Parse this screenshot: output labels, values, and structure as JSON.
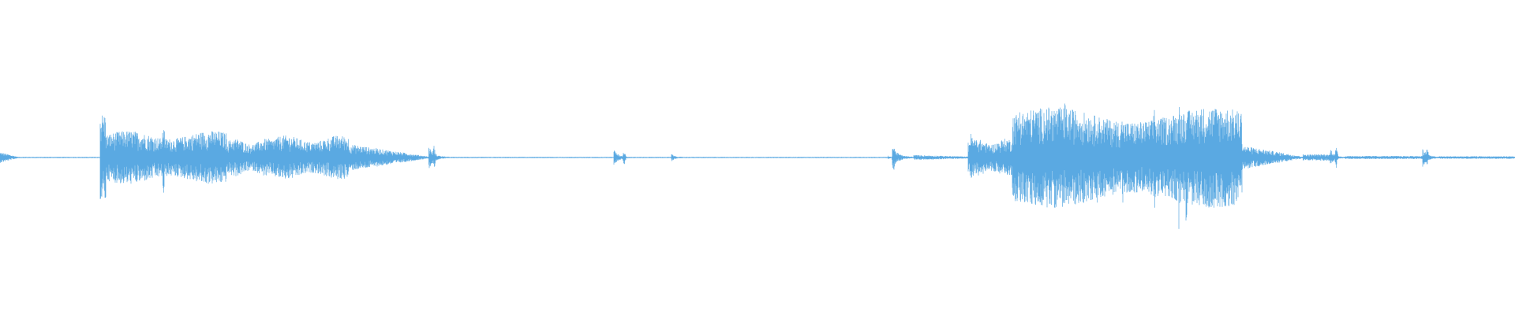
{
  "waveform": {
    "color": "#5aa9e2",
    "background": "#ffffff",
    "segments": [
      {
        "start": 0.0,
        "end": 0.012,
        "amp": 0.03,
        "kind": "taper"
      },
      {
        "start": 0.012,
        "end": 0.066,
        "amp": 0.004,
        "kind": "flat"
      },
      {
        "start": 0.066,
        "end": 0.07,
        "amp": 0.28,
        "kind": "attack"
      },
      {
        "start": 0.07,
        "end": 0.15,
        "amp": 0.17,
        "kind": "dense"
      },
      {
        "start": 0.15,
        "end": 0.18,
        "amp": 0.12,
        "kind": "dense"
      },
      {
        "start": 0.18,
        "end": 0.23,
        "amp": 0.14,
        "kind": "dense"
      },
      {
        "start": 0.23,
        "end": 0.283,
        "amp": 0.08,
        "kind": "decay"
      },
      {
        "start": 0.283,
        "end": 0.296,
        "amp": 0.07,
        "kind": "burst"
      },
      {
        "start": 0.296,
        "end": 0.405,
        "amp": 0.004,
        "kind": "flat"
      },
      {
        "start": 0.405,
        "end": 0.416,
        "amp": 0.05,
        "kind": "burst"
      },
      {
        "start": 0.416,
        "end": 0.443,
        "amp": 0.004,
        "kind": "flat"
      },
      {
        "start": 0.443,
        "end": 0.45,
        "amp": 0.025,
        "kind": "burst"
      },
      {
        "start": 0.45,
        "end": 0.586,
        "amp": 0.004,
        "kind": "flat"
      },
      {
        "start": 0.586,
        "end": 0.589,
        "amp": 0.01,
        "kind": "burst"
      },
      {
        "start": 0.589,
        "end": 0.587,
        "amp": 0.0,
        "kind": "flat"
      },
      {
        "start": 0.589,
        "end": 0.603,
        "amp": 0.07,
        "kind": "burst"
      },
      {
        "start": 0.603,
        "end": 0.639,
        "amp": 0.01,
        "kind": "decay"
      },
      {
        "start": 0.639,
        "end": 0.668,
        "amp": 0.12,
        "kind": "dense"
      },
      {
        "start": 0.668,
        "end": 0.82,
        "amp": 0.32,
        "kind": "dense"
      },
      {
        "start": 0.82,
        "end": 0.86,
        "amp": 0.07,
        "kind": "decay"
      },
      {
        "start": 0.86,
        "end": 0.878,
        "amp": 0.02,
        "kind": "flat"
      },
      {
        "start": 0.878,
        "end": 0.888,
        "amp": 0.06,
        "kind": "burst"
      },
      {
        "start": 0.888,
        "end": 0.939,
        "amp": 0.01,
        "kind": "flat"
      },
      {
        "start": 0.939,
        "end": 0.95,
        "amp": 0.06,
        "kind": "burst"
      },
      {
        "start": 0.95,
        "end": 1.0,
        "amp": 0.008,
        "kind": "flat"
      }
    ],
    "peaks": [
      {
        "at": 0.0675,
        "amp": 0.27
      },
      {
        "at": 0.108,
        "amp": 0.29
      },
      {
        "at": 0.2865,
        "amp": 0.08
      },
      {
        "at": 0.412,
        "amp": 0.05
      },
      {
        "at": 0.59,
        "amp": 0.09
      },
      {
        "at": 0.641,
        "amp": 0.22
      },
      {
        "at": 0.673,
        "amp": 0.37
      },
      {
        "at": 0.703,
        "amp": 0.39
      },
      {
        "at": 0.724,
        "amp": 0.42
      },
      {
        "at": 0.741,
        "amp": 0.33
      },
      {
        "at": 0.762,
        "amp": 0.43
      },
      {
        "at": 0.778,
        "amp": 0.51
      },
      {
        "at": 0.783,
        "amp": 0.47
      },
      {
        "at": 0.792,
        "amp": 0.38
      },
      {
        "at": 0.882,
        "amp": 0.07
      },
      {
        "at": 0.942,
        "amp": 0.07
      }
    ]
  }
}
